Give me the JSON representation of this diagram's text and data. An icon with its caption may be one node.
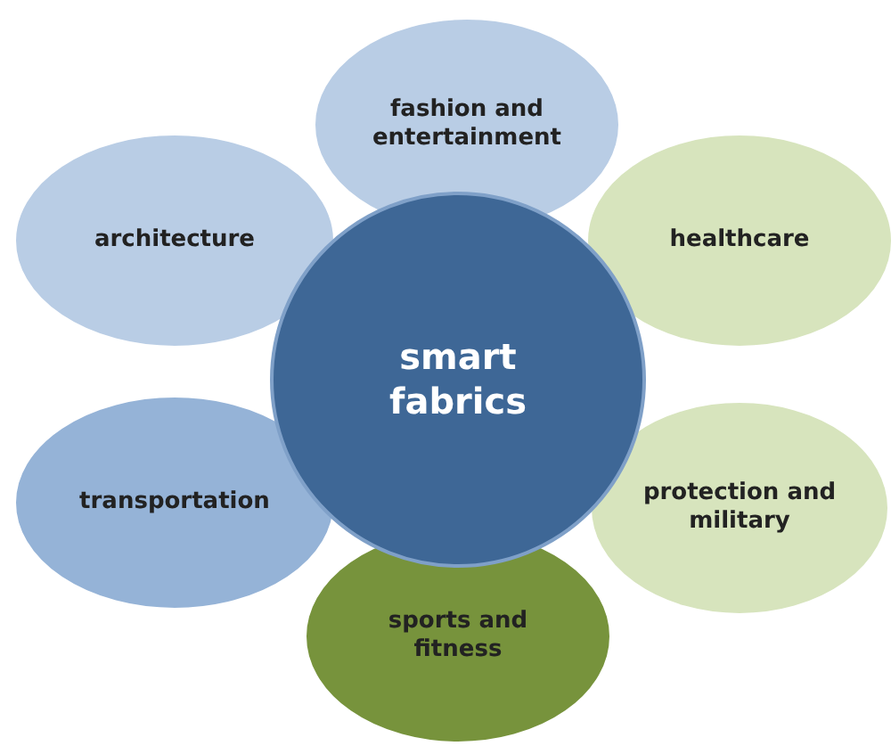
{
  "diagram": {
    "nodes": [
      {
        "text": [
          "fashion and entertainment"
        ]
      },
      {
        "text": [
          "architecture"
        ]
      },
      {
        "text": [
          "healthcare"
        ]
      },
      {
        "text": [
          "smart fabrics"
        ]
      },
      {
        "text": [
          "transportation"
        ]
      },
      {
        "text": [
          "protection and military"
        ]
      },
      {
        "text": [
          "sports and fitness"
        ]
      }
    ]
  }
}
